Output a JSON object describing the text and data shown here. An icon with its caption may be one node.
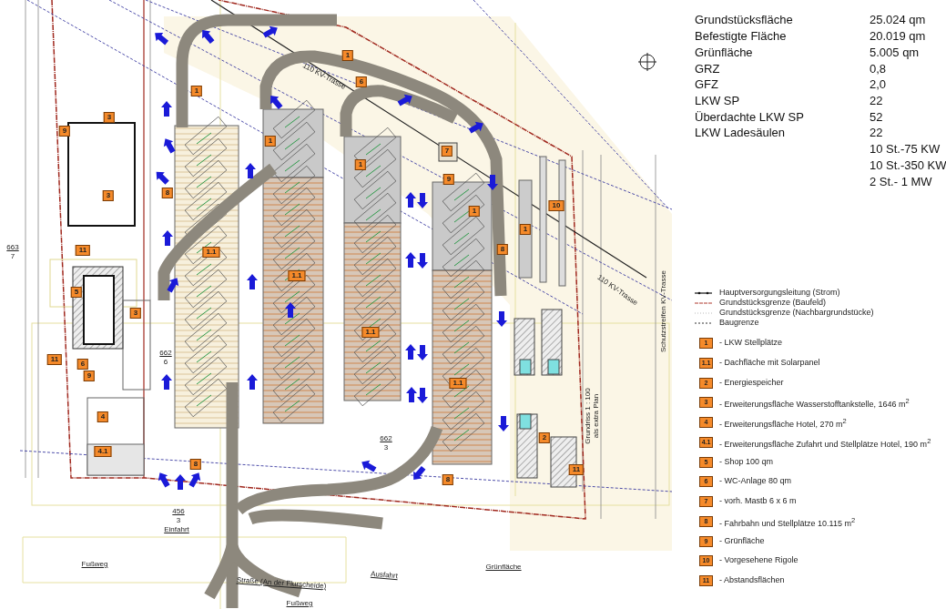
{
  "diagram": {
    "labels": [
      "Grundstücksfläche",
      "25.024 qm",
      "Befestigte Fläche",
      "20.019 qm",
      "Grünfläche",
      "5.005 qm",
      "GRZ",
      "0,8",
      "GFZ",
      "2,0",
      "LKW SP",
      "22",
      "Überdachte LKW SP",
      "52",
      "LKW Ladesäulen",
      "22",
      "10 St.-75 KW",
      "10 St.-350 KW",
      "2 St.- 1 MW",
      "1",
      "6",
      "1",
      "3",
      "9",
      "1",
      "7",
      "1",
      "9",
      "8",
      "3",
      "10",
      "1",
      "1",
      "11",
      "8",
      "1.1",
      "1.1",
      "5",
      "3",
      "1.1",
      "11",
      "6",
      "9",
      "1.1",
      "4",
      "2",
      "4.1",
      "8",
      "11",
      "8",
      "663",
      "7",
      "662",
      "6",
      "110 KV-Trasse",
      "110 KV-Trasse",
      "Schutzstreifen KV-Trasse",
      "Grundriss 1 : 100 als extra Plan",
      "662",
      "3",
      "456",
      "3",
      "Einfahrt",
      "Fußweg",
      "Ausfahrt",
      "Grünfläche",
      "Straße (An der Flurscheide)",
      "Fußweg",
      "1",
      "1.1",
      "2",
      "3",
      "4",
      "4.1",
      "5",
      "6",
      "7",
      "8",
      "9",
      "10",
      "11"
    ],
    "legend": [
      {
        "text": "Hauptversorgungsleitung (Strom)"
      },
      {
        "text": "Grundstücksgrenze (Baufeld)"
      },
      {
        "text": "Grundstücksgrenze (Nachbargrundstücke)"
      },
      {
        "text": "Baugrenze"
      },
      {
        "text": "- LKW Stellplätze",
        "color": "#f58a2a"
      },
      {
        "text": "- Dachfläche mit Solarpanel",
        "color": "#f58a2a"
      },
      {
        "text": "- Energiespeicher",
        "color": "#f58a2a"
      },
      {
        "text": "- Erweiterungsfläche Wasserstofftankstelle, 1646 m$^{2}$",
        "color": "#f58a2a"
      },
      {
        "text": "- Erweiterungsfläche Hotel, 270 m$^{2}$",
        "color": "#f58a2a"
      },
      {
        "text": "- Erweiterungsfläche Zufahrt und Stellplätze Hotel, 190 m$^{2}$",
        "color": "#f58a2a"
      },
      {
        "text": "- Shop 100 qm",
        "color": "#f58a2a"
      },
      {
        "text": "- WC-Anlage 80 qm",
        "color": "#f58a2a"
      },
      {
        "text": "- vorh. Mastb 6 x 6 m",
        "color": "#f58a2a"
      },
      {
        "text": "- Fahrbahn und Stellplätze 10.115 m$^{2}$",
        "color": "#f58a2a"
      },
      {
        "text": "- Grünfläche",
        "color": "#f58a2a"
      },
      {
        "text": "- Vorgesehene Rigole",
        "color": "#f58a2a"
      },
      {
        "text": "- Abstandsflächen",
        "color": "#f58a2a"
      }
    ]
  }
}
